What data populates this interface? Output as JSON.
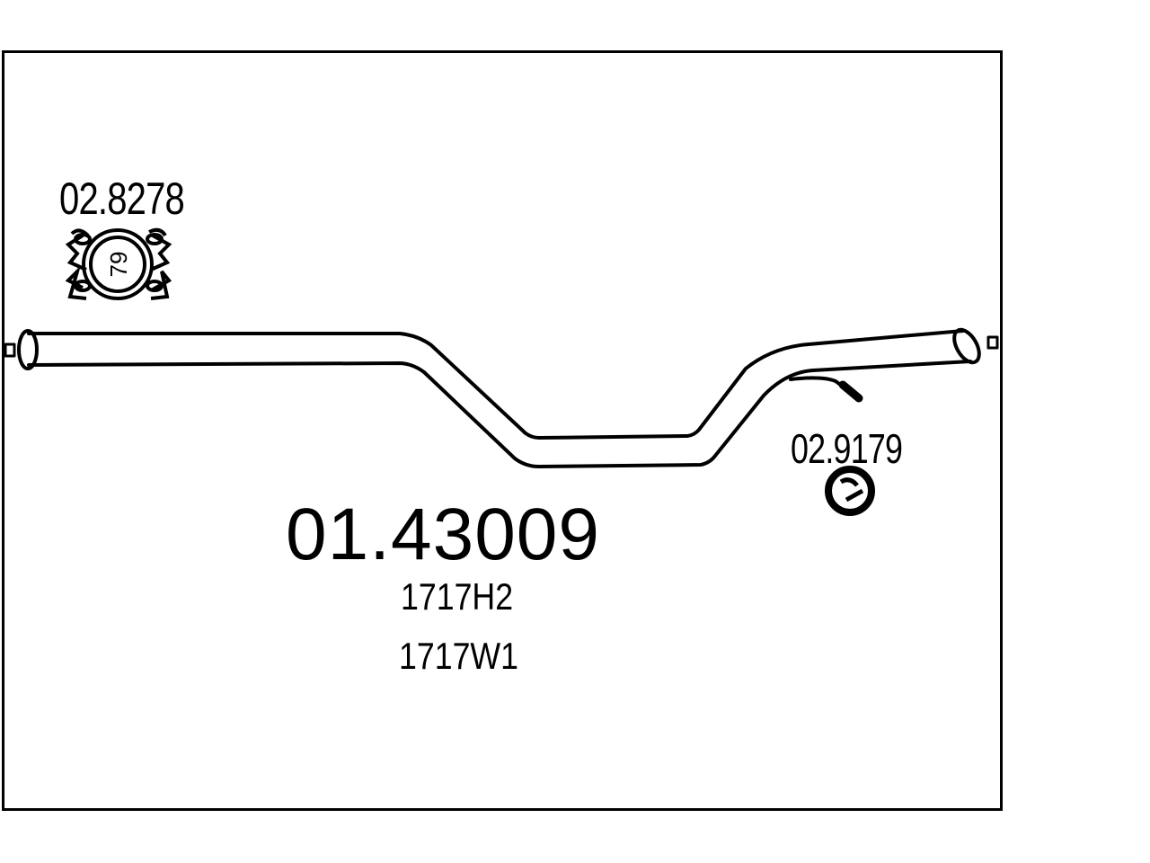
{
  "parts": {
    "main_code": "01.43009",
    "references": [
      "1717H2",
      "1717W1"
    ],
    "clamp": {
      "code": "02.8278",
      "size_label": "79",
      "icon": "exhaust-clamp-icon"
    },
    "hanger": {
      "code": "02.9179",
      "icon": "rubber-hanger-icon"
    }
  },
  "colors": {
    "line": "#000000",
    "background": "#ffffff"
  }
}
